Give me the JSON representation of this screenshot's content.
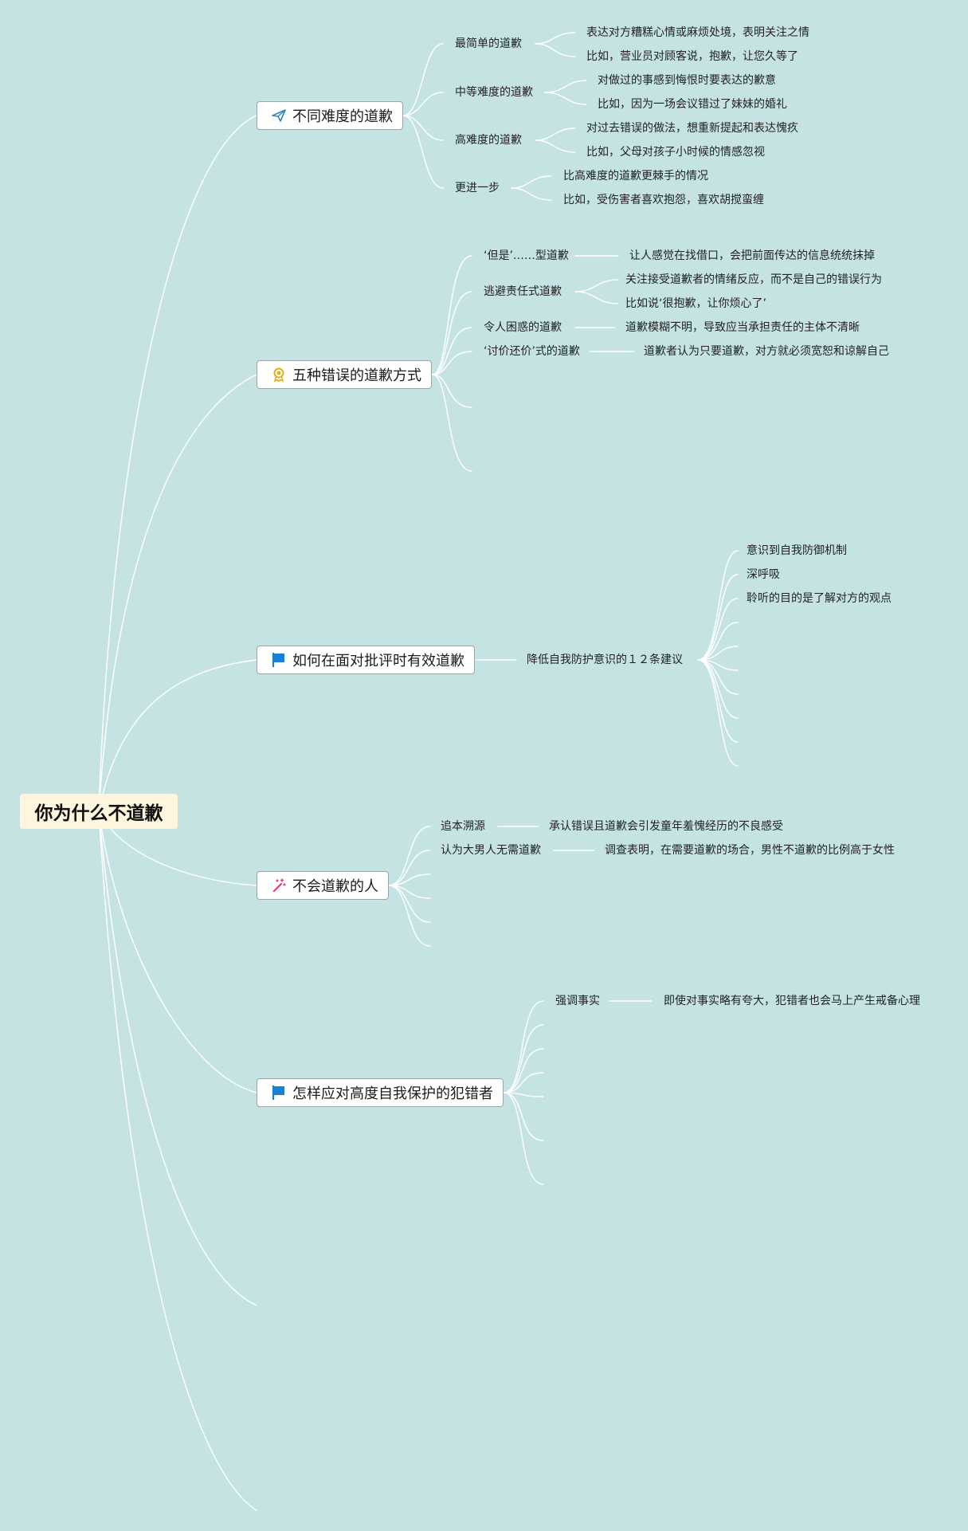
{
  "root": {
    "title": "你为什么不道歉"
  },
  "branches": [
    {
      "title": "不同难度的道歉",
      "icon": "paper-plane-icon",
      "children": [
        {
          "label": "最简单的道歉",
          "details": [
            "表达对方糟糕心情或麻烦处境，表明关注之情",
            "比如，营业员对顾客说，抱歉，让您久等了"
          ]
        },
        {
          "label": "中等难度的道歉",
          "details": [
            "对做过的事感到悔恨时要表达的歉意",
            "比如，因为一场会议错过了妹妹的婚礼"
          ]
        },
        {
          "label": "高难度的道歉",
          "details": [
            "对过去错误的做法，想重新提起和表达愧疚",
            "比如，父母对孩子小时候的情感忽视"
          ]
        },
        {
          "label": "更进一步",
          "details": [
            "比高难度的道歉更棘手的情况",
            "比如，受伤害者喜欢抱怨，喜欢胡搅蛮缠"
          ]
        }
      ]
    },
    {
      "title": "五种错误的道歉方式",
      "icon": "award-ribbon-icon",
      "children": [
        {
          "label": "‘但是’……型道歉",
          "details": [
            "让人感觉在找借口，会把前面传达的信息统统抹掉"
          ]
        },
        {
          "label": "逃避责任式道歉",
          "details": [
            "关注接受道歉者的情绪反应，而不是自己的错误行为",
            "比如说‘很抱歉，让你烦心了’"
          ]
        },
        {
          "label": "令人困惑的道歉",
          "details": [
            "道歉模糊不明，导致应当承担责任的主体不清晰"
          ]
        },
        {
          "label": "‘讨价还价’式的道歉",
          "details": [
            "道歉者认为只要道歉，对方就必须宽恕和谅解自己"
          ]
        }
      ]
    },
    {
      "title": "如何在面对批评时有效道歉",
      "icon": "blue-flag-icon",
      "children": [
        {
          "label": "降低自我防护意识的１２条建议",
          "details": [
            "意识到自我防御机制",
            "深呼吸",
            "聆听的目的是了解对方的观点"
          ]
        }
      ]
    },
    {
      "title": "不会道歉的人",
      "icon": "magic-wand-icon",
      "children": [
        {
          "label": "追本溯源",
          "details": [
            "承认错误且道歉会引发童年羞愧经历的不良感受"
          ]
        },
        {
          "label": "认为大男人无需道歉",
          "details": [
            "调查表明，在需要道歉的场合，男性不道歉的比例高于女性"
          ]
        }
      ]
    },
    {
      "title": "怎样应对高度自我保护的犯错者",
      "icon": "blue-flag-icon",
      "children": [
        {
          "label": "强调事实",
          "details": [
            "即使对事实略有夸大，犯错者也会马上产生戒备心理"
          ]
        }
      ]
    }
  ],
  "colors": {
    "background": "#c6e3e4",
    "line": "#ffffff",
    "root_fill": "#fdf5dd",
    "node_fill": "#ffffff",
    "node_border": "#9aa6a8",
    "plane_icon": "#2e86c1",
    "ribbon_icon": "#e2b21c",
    "flag_icon": "#1a7fd6",
    "wand_icon": "#e83e6c"
  }
}
